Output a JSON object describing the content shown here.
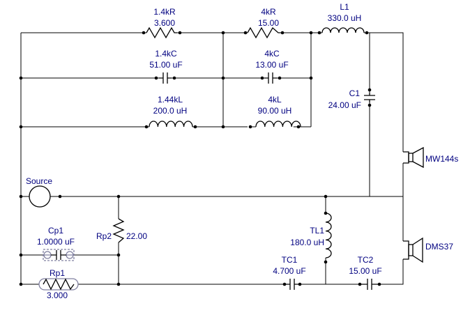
{
  "components": {
    "r_1_4k": {
      "name": "1.4kR",
      "value": "3.600"
    },
    "r_4k": {
      "name": "4kR",
      "value": "15.00"
    },
    "l1": {
      "name": "L1",
      "value": "330.0 uH"
    },
    "c_1_4k": {
      "name": "1.4kC",
      "value": "51.00 uF"
    },
    "c_4k": {
      "name": "4kC",
      "value": "13.00 uF"
    },
    "c1": {
      "name": "C1",
      "value": "24.00 uF"
    },
    "l_1_44k": {
      "name": "1.44kL",
      "value": "200.0 uH"
    },
    "l_4k": {
      "name": "4kL",
      "value": "90.00 uH"
    },
    "source": {
      "name": "Source"
    },
    "rp2": {
      "name": "Rp2",
      "value": "22.00"
    },
    "cp1": {
      "name": "Cp1",
      "value": "1.0000 uF"
    },
    "rp1": {
      "name": "Rp1",
      "value": "3.000"
    },
    "tl1": {
      "name": "TL1",
      "value": "180.0 uH"
    },
    "tc1": {
      "name": "TC1",
      "value": "4.700 uF"
    },
    "tc2": {
      "name": "TC2",
      "value": "15.00 uF"
    },
    "spk_woofer": {
      "name": "MW144s"
    },
    "spk_tweeter": {
      "name": "DMS37"
    }
  },
  "colors": {
    "wire": "#000000",
    "label": "#000080",
    "disabled_part": "#8080a0"
  }
}
